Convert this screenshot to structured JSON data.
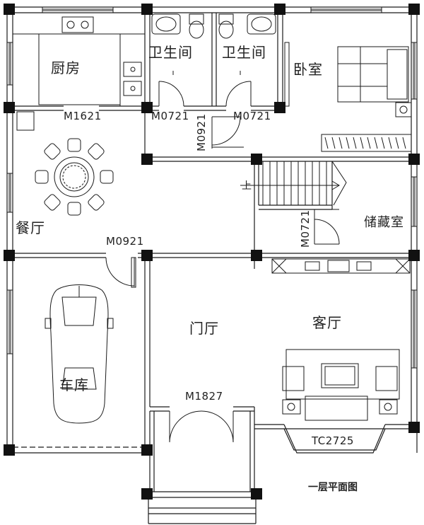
{
  "rooms": {
    "kitchen": "厨房",
    "bath_left": "卫生间",
    "bath_right": "卫生间",
    "bedroom": "卧室",
    "dining": "餐厅",
    "storage": "储藏室",
    "foyer": "门厅",
    "living": "客厅",
    "garage": "车库"
  },
  "codes": {
    "kitchen_door": "M1621",
    "bath_left_door": "M0721",
    "bath_right_door": "M0721",
    "hall_door": "M0921",
    "storage_door": "M0721",
    "garage_door": "M0921",
    "entry_door": "M1827",
    "bay_window": "TC2725"
  },
  "stair_up": "上",
  "drawing_title": "一层平面图",
  "colors": {
    "line": "#1a1a1a",
    "column": "#111111",
    "background": "#ffffff"
  }
}
